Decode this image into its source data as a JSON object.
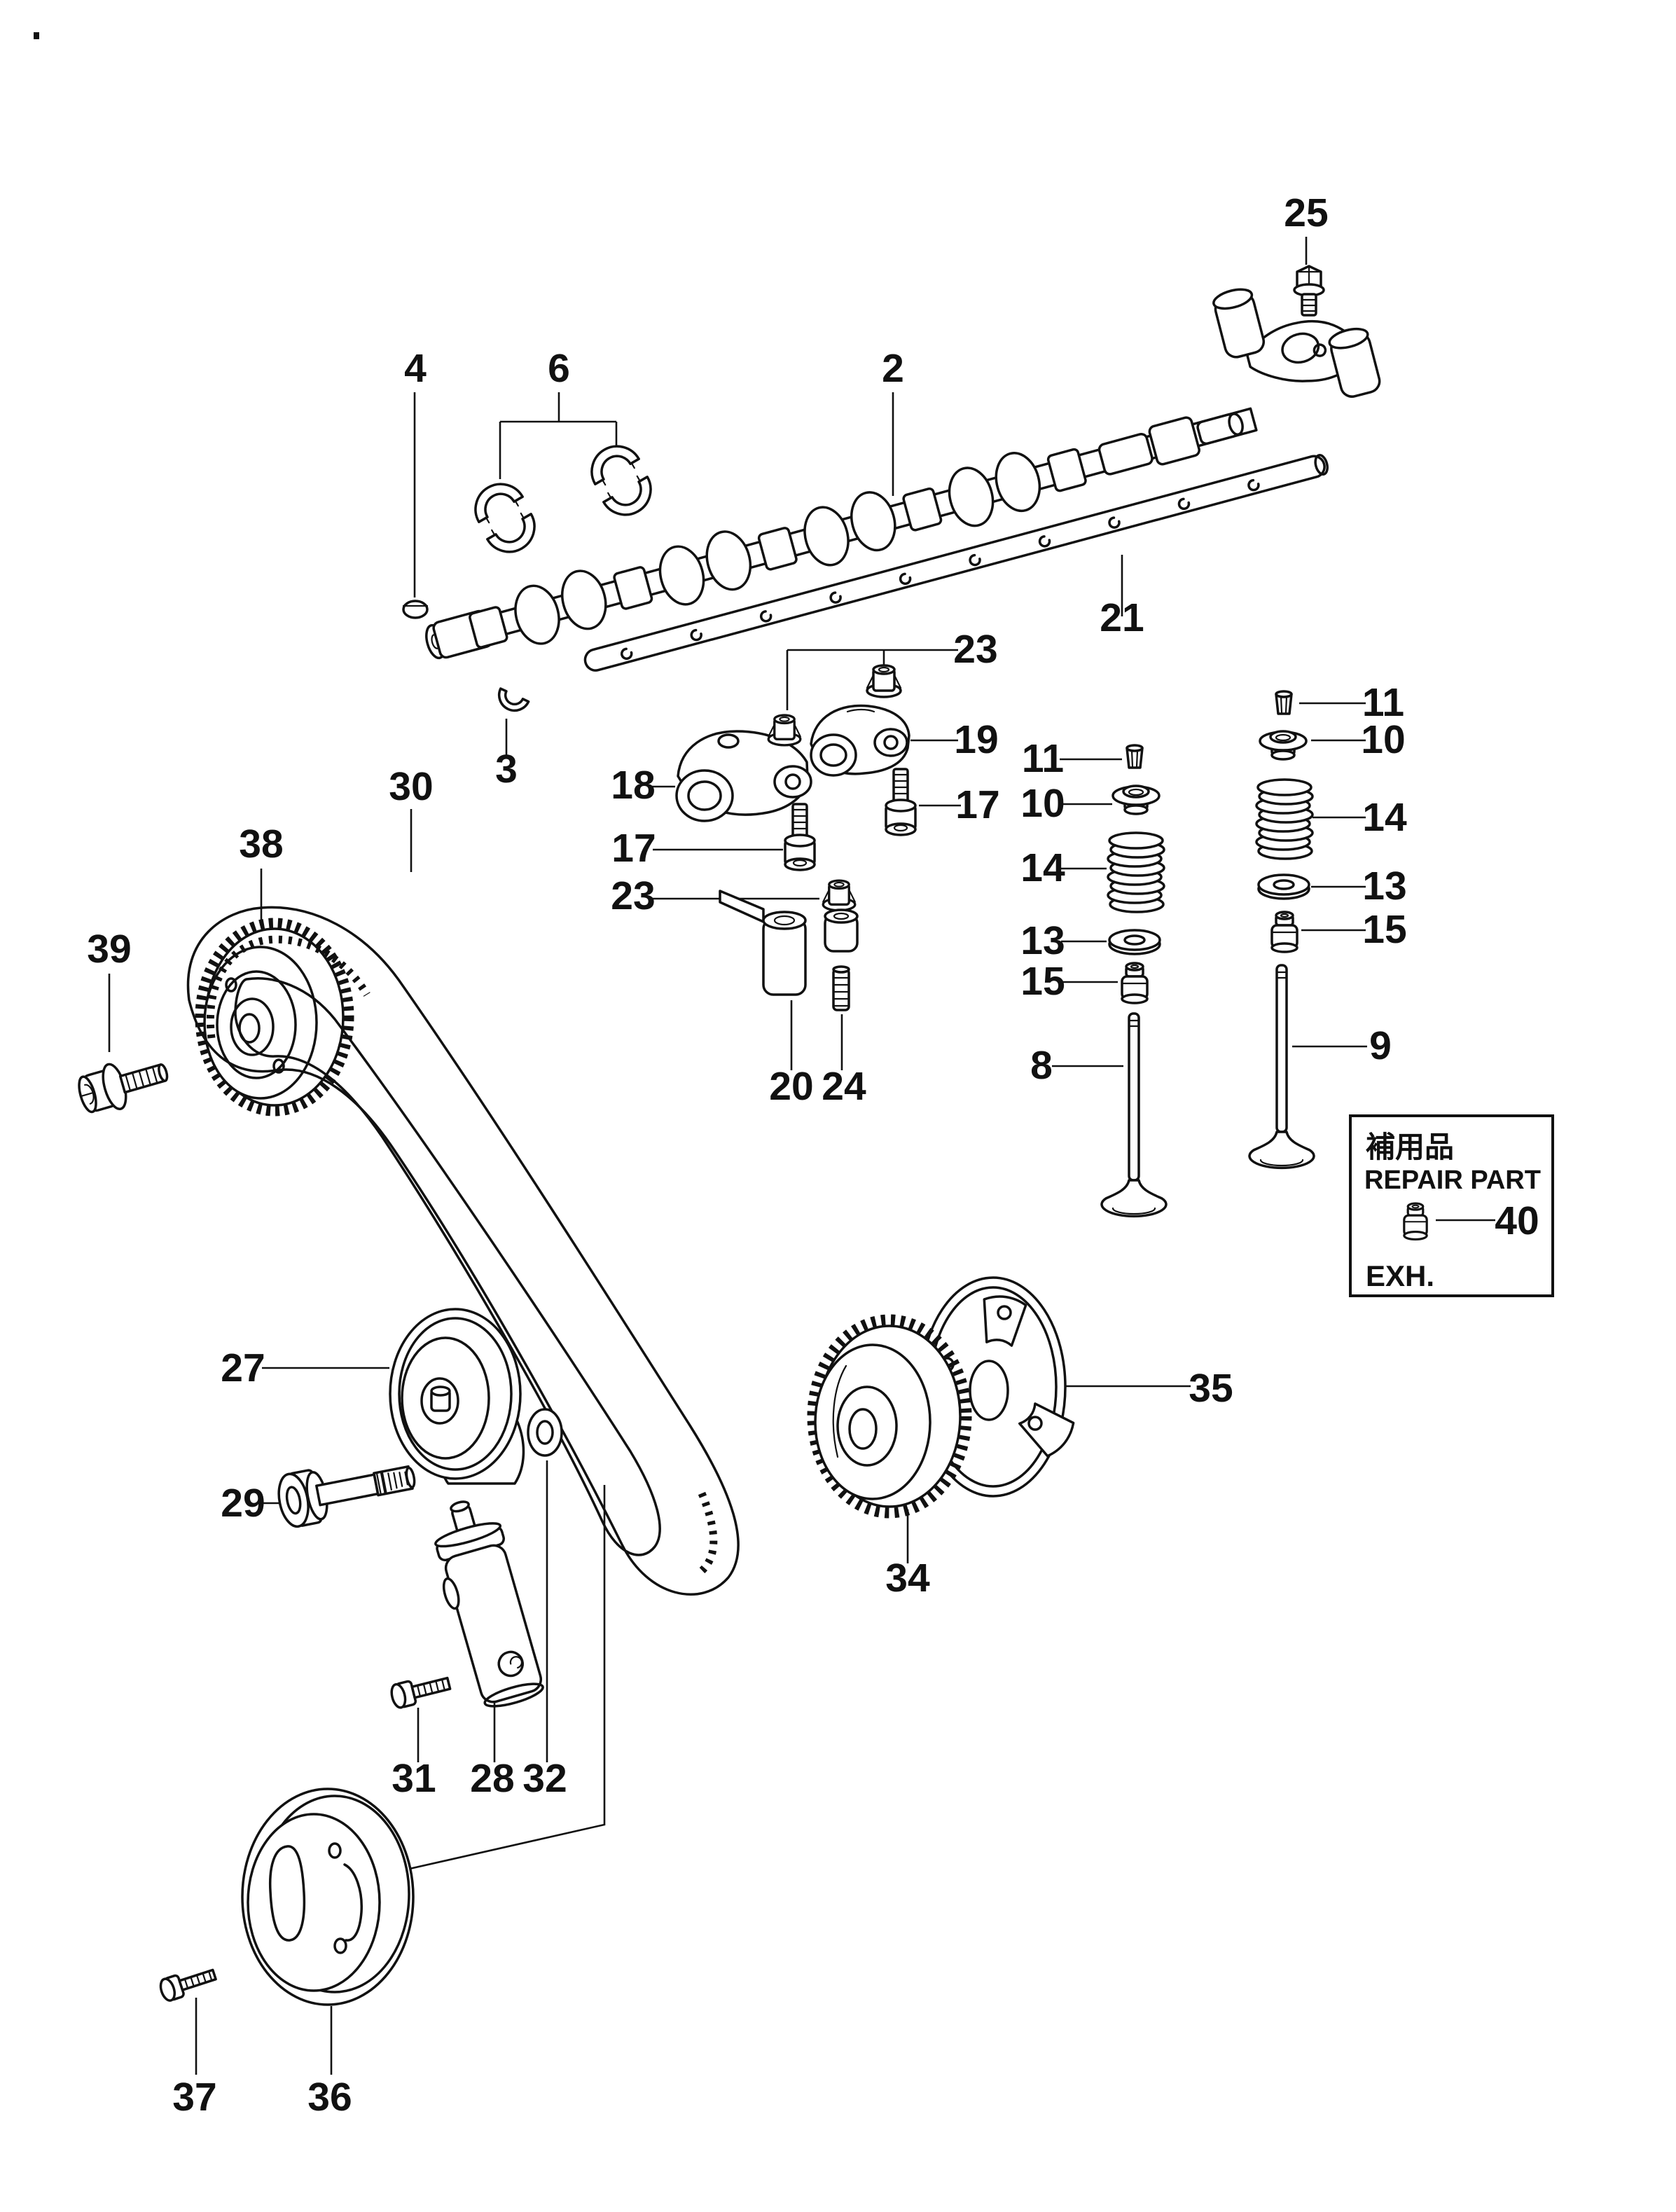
{
  "page": {
    "background": "#ffffff",
    "ink": "#111111"
  },
  "callouts": {
    "2": "2",
    "3": "3",
    "4": "4",
    "6": "6",
    "8": "8",
    "9": "9",
    "10": "10",
    "11": "11",
    "13": "13",
    "14": "14",
    "15": "15",
    "17": "17",
    "18": "18",
    "19": "19",
    "20": "20",
    "21": "21",
    "23": "23",
    "24": "24",
    "25": "25",
    "27": "27",
    "28": "28",
    "29": "29",
    "30": "30",
    "31": "31",
    "32": "32",
    "34": "34",
    "35": "35",
    "36": "36",
    "37": "37",
    "38": "38",
    "39": "39",
    "40": "40"
  },
  "repair_box": {
    "title_jp": "補用品",
    "title_en": "REPAIR PART",
    "note": "EXH.",
    "callout": "40"
  }
}
